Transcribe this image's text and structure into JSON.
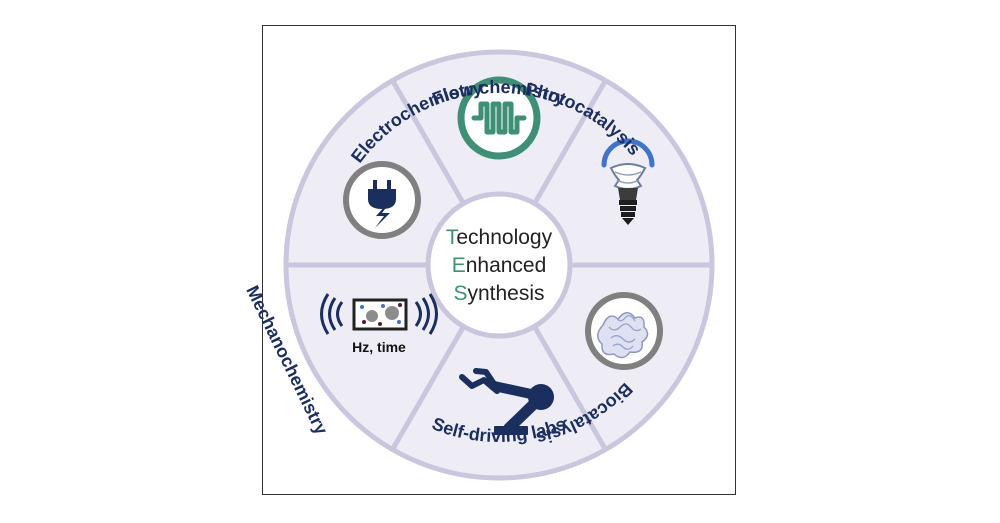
{
  "center": {
    "line1_initial": "T",
    "line1_rest": "echnology",
    "line2_initial": "E",
    "line2_rest": "nhanced",
    "line3_initial": "S",
    "line3_rest": "ynthesis"
  },
  "segments": {
    "flow": "Flow chemistry",
    "photo": "Photocatalysis",
    "bio": "Biocatalysis",
    "sdl": "Self-driving labs",
    "mechano": "Mechanochemistry",
    "electro": "Electrochemistry"
  },
  "mechano_caption": "Hz, time",
  "colors": {
    "navy": "#1b2f5e",
    "teal": "#3f8f76",
    "wheel_fill": "#eeedf5",
    "wheel_line": "#c9c6de",
    "icon_ring": "#808080",
    "bulb_blue": "#3f74c9"
  },
  "icons": [
    "serpentine-reactor-icon",
    "light-bulb-icon",
    "enzyme-icon",
    "robot-arm-icon",
    "ball-mill-icon",
    "electric-plug-icon"
  ]
}
